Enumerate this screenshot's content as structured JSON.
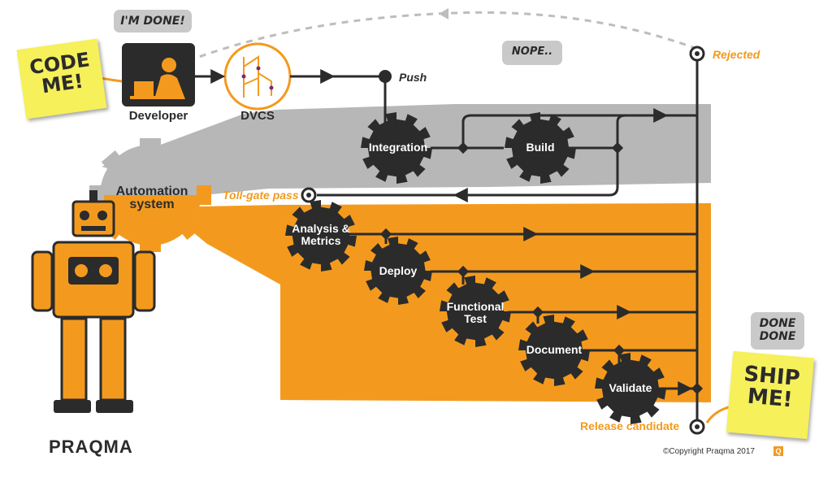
{
  "developer": {
    "caption": "Developer",
    "bubble": "I'M DONE!"
  },
  "dvcs": {
    "caption": "DVCS"
  },
  "push_label": "Push",
  "rejected_label": "Rejected",
  "nope_bubble": "NOPE..",
  "code_me_note": "CODE ME!",
  "automation_label": "Automation system",
  "toll_gate_label": "Toll-gate pass",
  "gears": {
    "integration": "Integration",
    "build": "Build",
    "analysis": "Analysis & Metrics",
    "deploy": "Deploy",
    "functional_test": "Functional Test",
    "document": "Document",
    "validate": "Validate"
  },
  "release_label": "Release candidate",
  "done_bubble": "DONE DONE",
  "ship_me_note": "SHIP ME!",
  "brand": "PRAQMA",
  "copyright": "©Copyright Praqma 2017",
  "colors": {
    "orange": "#f39a1e",
    "dark": "#2b2b2b",
    "grey": "#b3b3b3"
  }
}
